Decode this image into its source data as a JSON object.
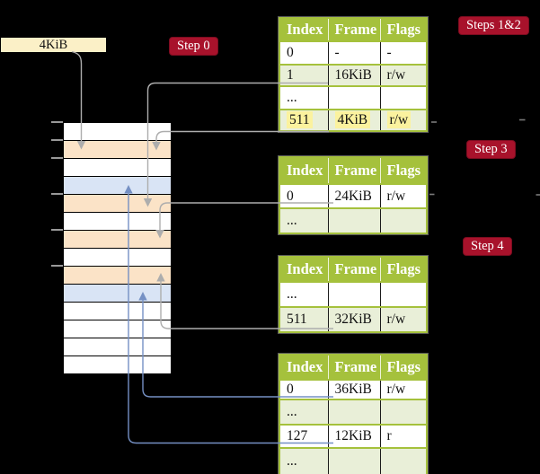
{
  "frame_box": {
    "label": "4KiB"
  },
  "badges": {
    "step0": "Step 0",
    "steps12": "Steps 1&2",
    "step3": "Step 3",
    "step4": "Step 4"
  },
  "memory": {
    "rows": [
      "plain",
      "table",
      "plain",
      "mapped",
      "table",
      "plain",
      "table",
      "plain",
      "table",
      "mapped",
      "plain",
      "plain",
      "plain",
      "plain"
    ]
  },
  "tables": [
    {
      "name": "level-4",
      "columns": [
        "Index",
        "Frame",
        "Flags"
      ],
      "rows": [
        {
          "cells": [
            "0",
            "-",
            "-"
          ],
          "shaded": false,
          "highlight": false
        },
        {
          "cells": [
            "1",
            "16KiB",
            "r/w"
          ],
          "shaded": true,
          "highlight": false
        },
        {
          "cells": [
            "...",
            "",
            ""
          ],
          "shaded": false,
          "highlight": false
        },
        {
          "cells": [
            "511",
            "4KiB",
            "r/w"
          ],
          "shaded": true,
          "highlight": true
        }
      ]
    },
    {
      "name": "level-3",
      "columns": [
        "Index",
        "Frame",
        "Flags"
      ],
      "rows": [
        {
          "cells": [
            "0",
            "24KiB",
            "r/w"
          ],
          "shaded": false,
          "highlight": false
        },
        {
          "cells": [
            "...",
            "",
            ""
          ],
          "shaded": true,
          "highlight": false
        }
      ]
    },
    {
      "name": "level-2",
      "columns": [
        "Index",
        "Frame",
        "Flags"
      ],
      "rows": [
        {
          "cells": [
            "...",
            "",
            ""
          ],
          "shaded": false,
          "highlight": false
        },
        {
          "cells": [
            "511",
            "32KiB",
            "r/w"
          ],
          "shaded": true,
          "highlight": false
        }
      ]
    },
    {
      "name": "level-1",
      "columns": [
        "Index",
        "Frame",
        "Flags"
      ],
      "rows": [
        {
          "cells": [
            "0",
            "36KiB",
            "r/w"
          ],
          "shaded": false,
          "highlight": false
        },
        {
          "cells": [
            "...",
            "",
            ""
          ],
          "shaded": true,
          "highlight": false
        },
        {
          "cells": [
            "127",
            "12KiB",
            "r"
          ],
          "shaded": false,
          "highlight": false
        },
        {
          "cells": [
            "...",
            "",
            ""
          ],
          "shaded": true,
          "highlight": false
        }
      ]
    }
  ],
  "connectors": [
    {
      "from": "4KiB-box",
      "to": "memory-frame-4KiB",
      "color": "gray"
    },
    {
      "from": "level-4-entry-1",
      "to": "memory-frame-16KiB",
      "color": "gray"
    },
    {
      "from": "level-4-entry-511",
      "to": "memory-frame-4KiB",
      "color": "gray"
    },
    {
      "from": "level-3-entry-0",
      "to": "memory-frame-24KiB",
      "color": "gray"
    },
    {
      "from": "level-2-entry-511",
      "to": "memory-frame-32KiB",
      "color": "gray"
    },
    {
      "from": "level-1-entry-0",
      "to": "memory-frame-36KiB",
      "color": "blue"
    },
    {
      "from": "level-1-entry-127",
      "to": "memory-frame-12KiB",
      "color": "blue"
    }
  ],
  "colors": {
    "background": "#000000",
    "table_border": "#A5C13C",
    "table_header_text": "#FFFFFF",
    "table_row_alt": "#E9EFD8",
    "highlight_text_bg": "#FBF29E",
    "badge_bg": "#A8122B",
    "badge_text": "#FFFFFF",
    "frame_box_bg": "#FBF0C7",
    "pagetable_frame": "#FBE3C7",
    "mapped_frame": "#D9E4F5",
    "plain_frame": "#FFFFFF",
    "arrow_gray": "#ADADAD",
    "arrow_blue": "#7590C4"
  }
}
